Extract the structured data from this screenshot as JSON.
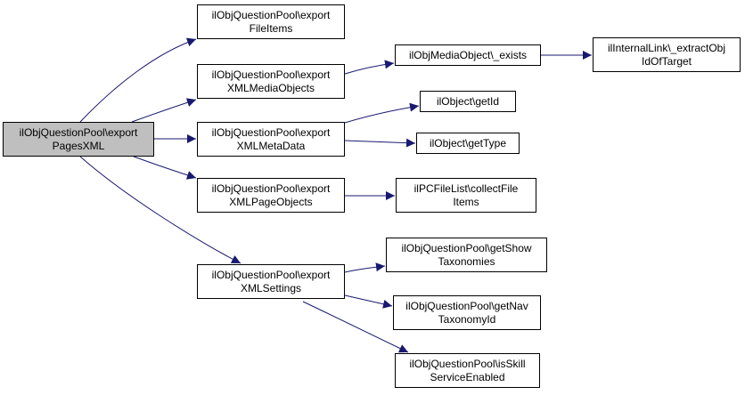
{
  "colors": {
    "edge": "#191970",
    "root_fill": "#bfbfbf",
    "node_fill": "#ffffff",
    "border": "#000000"
  },
  "nodes": {
    "root": {
      "line1": "ilObjQuestionPool\\export",
      "line2": "PagesXML"
    },
    "export_file_items": {
      "line1": "ilObjQuestionPool\\export",
      "line2": "FileItems"
    },
    "export_media_objects": {
      "line1": "ilObjQuestionPool\\export",
      "line2": "XMLMediaObjects"
    },
    "export_meta_data": {
      "line1": "ilObjQuestionPool\\export",
      "line2": "XMLMetaData"
    },
    "export_page_objects": {
      "line1": "ilObjQuestionPool\\export",
      "line2": "XMLPageObjects"
    },
    "export_settings": {
      "line1": "ilObjQuestionPool\\export",
      "line2": "XMLSettings"
    },
    "media_object_exists": {
      "line1": "ilObjMediaObject\\_exists"
    },
    "extract_obj_id": {
      "line1": "ilInternalLink\\_extractObj",
      "line2": "IdOfTarget"
    },
    "get_id": {
      "line1": "ilObject\\getId"
    },
    "get_type": {
      "line1": "ilObject\\getType"
    },
    "collect_file_items": {
      "line1": "ilPCFileList\\collectFile",
      "line2": "Items"
    },
    "get_show_taxonomies": {
      "line1": "ilObjQuestionPool\\getShow",
      "line2": "Taxonomies"
    },
    "get_nav_taxonomy_id": {
      "line1": "ilObjQuestionPool\\getNav",
      "line2": "TaxonomyId"
    },
    "is_skill_service_enabled": {
      "line1": "ilObjQuestionPool\\isSkill",
      "line2": "ServiceEnabled"
    }
  }
}
